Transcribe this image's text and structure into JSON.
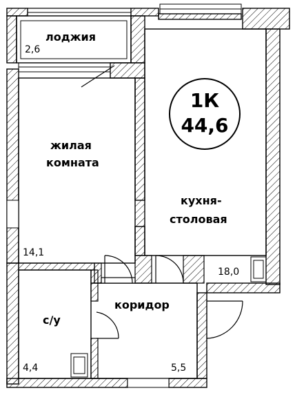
{
  "apartment": {
    "type_label": "1К",
    "total_area": "44,6"
  },
  "rooms": {
    "loggia": {
      "name": "лоджия",
      "area": "2,6"
    },
    "living": {
      "name_line1": "жилая",
      "name_line2": "комната",
      "area": "14,1"
    },
    "kitchen": {
      "name_line1": "кухня-",
      "name_line2": "столовая",
      "area": "18,0"
    },
    "bathroom": {
      "name": "с/у",
      "area": "4,4"
    },
    "corridor": {
      "name": "коридор",
      "area": "5,5"
    }
  },
  "colors": {
    "wall_outline": "#000000",
    "wall_hatch": "#000000",
    "background": "#ffffff"
  }
}
